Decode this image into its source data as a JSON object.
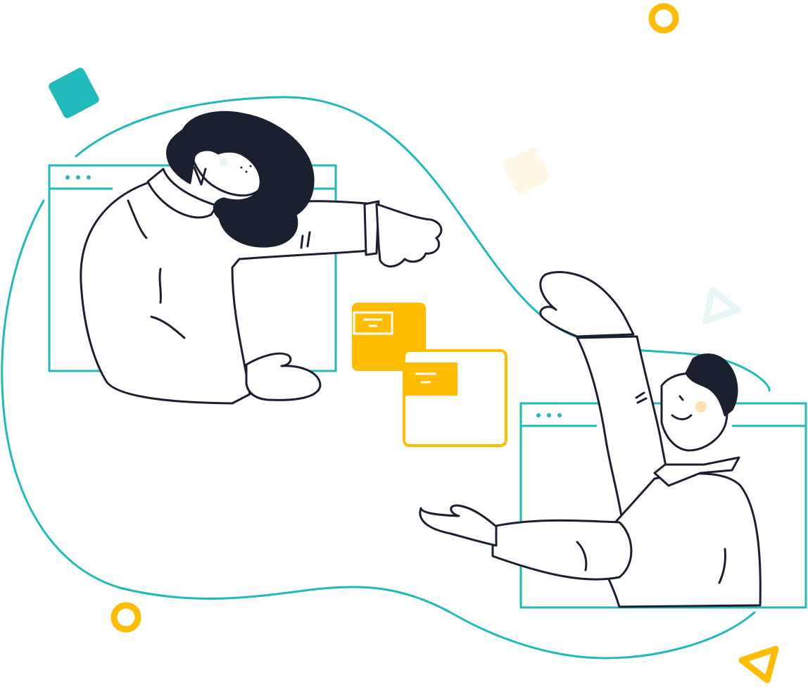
{
  "illustration": {
    "subject": "file-sharing",
    "colors": {
      "teal": "#1FBAB9",
      "yellow": "#FFBC00",
      "ink": "#1B2030",
      "peach": "#FFE9C2",
      "cream": "#FFF8E6",
      "pale_teal": "#E6F7F6",
      "skin_blush": "#FFE0B0"
    },
    "icons": [
      "teal-blob-outline",
      "browser-window-left",
      "browser-window-right",
      "woman-figure",
      "man-figure",
      "document-card-sent",
      "document-card-received",
      "ring-icon",
      "diamond-icon",
      "triangle-icon"
    ]
  }
}
